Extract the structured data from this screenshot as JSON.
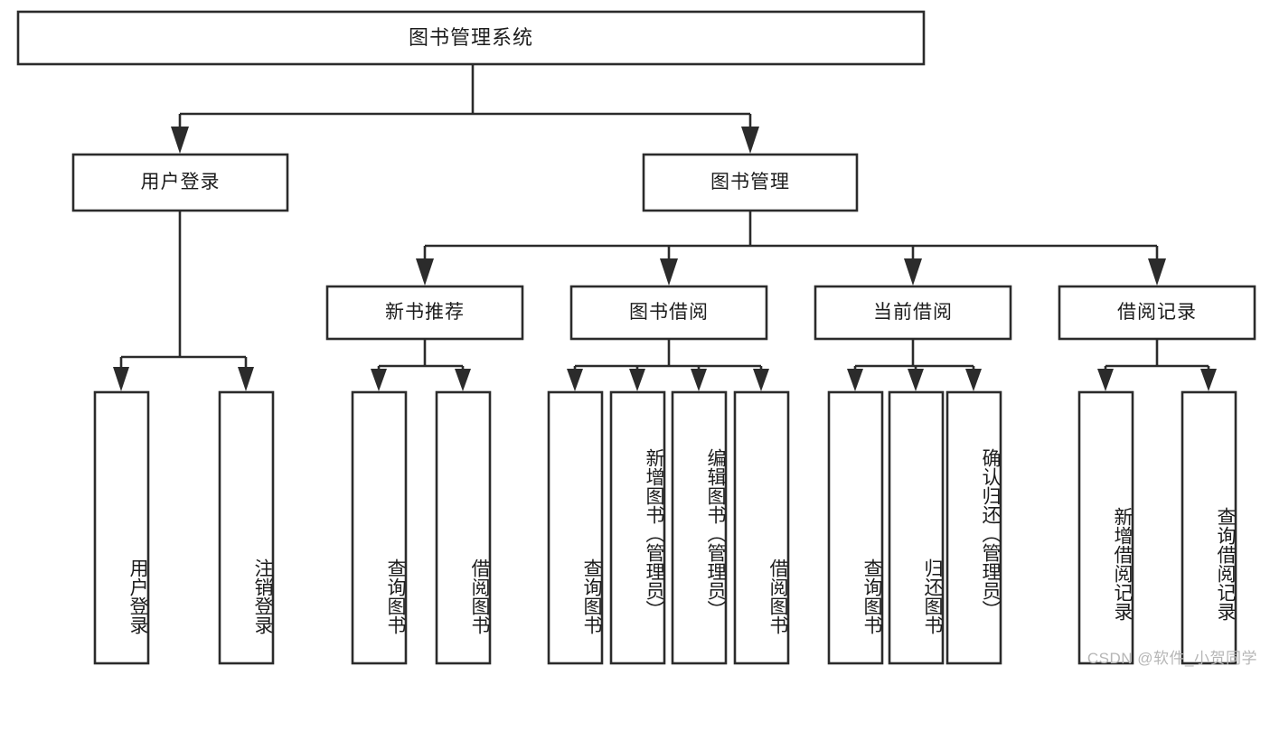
{
  "diagram": {
    "type": "tree",
    "orientation": "top-down",
    "root": {
      "label": "图书管理系统"
    },
    "level2": [
      {
        "label": "用户登录"
      },
      {
        "label": "图书管理"
      }
    ],
    "level3": [
      {
        "label": "新书推荐"
      },
      {
        "label": "图书借阅"
      },
      {
        "label": "当前借阅"
      },
      {
        "label": "借阅记录"
      }
    ],
    "leaves": {
      "user_login": [
        "用户登录",
        "注销登录"
      ],
      "new_book_recommend": [
        "查询图书",
        "借阅图书"
      ],
      "book_borrow": [
        "查询图书",
        "新增图书（管理员）",
        "编辑图书（管理员）",
        "借阅图书"
      ],
      "current_borrow": [
        "查询图书",
        "归还图书",
        "确认归还（管理员）"
      ],
      "borrow_record": [
        "新增借阅记录",
        "查询借阅记录"
      ]
    }
  },
  "watermark": {
    "text": "CSDN @软件_小贺同学"
  },
  "colors": {
    "box_stroke": "#2b2b2b",
    "box_fill": "#ffffff",
    "text": "#1c1c1c",
    "watermark": "#b6b6b6",
    "background": "#ffffff"
  }
}
